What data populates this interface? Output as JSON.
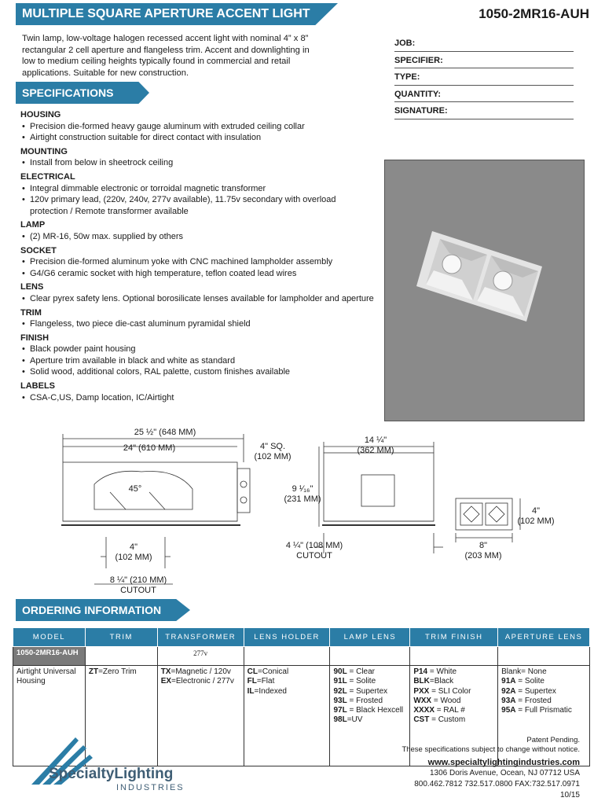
{
  "header": {
    "title": "MULTIPLE SQUARE APERTURE ACCENT LIGHT",
    "model_code": "1050-2MR16-AUH"
  },
  "intro": "Twin lamp, low-voltage halogen recessed accent light with nominal 4” x 8” rectangular 2 cell aperture and flangeless trim. Accent and downlighting in low to medium ceiling heights typically found in commercial and retail applications. Suitable for new construction.",
  "job_fields": [
    "JOB:",
    "SPECIFIER:",
    "TYPE:",
    "QUANTITY:",
    "SIGNATURE:"
  ],
  "specifications_title": "SPECIFICATIONS",
  "spec_sections": [
    {
      "heading": "HOUSING",
      "items": [
        "Precision die-formed heavy gauge aluminum with extruded ceiling collar",
        "Airtight construction suitable for direct contact with insulation"
      ]
    },
    {
      "heading": "MOUNTING",
      "items": [
        "Install from below in sheetrock ceiling"
      ]
    },
    {
      "heading": "ELECTRICAL",
      "items": [
        "Integral dimmable electronic or torroidal magnetic transformer",
        "120v primary lead, (220v, 240v, 277v available), 11.75v secondary with overload protection / Remote transformer available"
      ]
    },
    {
      "heading": "LAMP",
      "items": [
        "(2) MR-16, 50w max. supplied by others"
      ]
    },
    {
      "heading": "SOCKET",
      "items": [
        "Precision die-formed aluminum yoke with CNC machined lampholder assembly",
        "G4/G6 ceramic socket with high temperature, teflon coated lead wires"
      ]
    },
    {
      "heading": "LENS",
      "items": [
        "Clear pyrex safety lens. Optional borosilicate lenses available for lampholder and aperture"
      ]
    },
    {
      "heading": "TRIM",
      "items": [
        "Flangeless, two piece die-cast aluminum pyramidal shield"
      ]
    },
    {
      "heading": "FINISH",
      "items": [
        "Black powder paint housing",
        "Aperture trim available in black and white as standard",
        "Solid wood, additional colors, RAL palette, custom finishes available"
      ]
    },
    {
      "heading": "LABELS",
      "items": [
        "CSA-C,US, Damp location, IC/Airtight"
      ]
    }
  ],
  "dimensions": {
    "overall_length": "25 ½\" (648 MM)",
    "housing_length": "24\" (610 MM)",
    "junction_box": "4\" SQ.\n(102 MM)",
    "angle": "45°",
    "height": "9 ¹⁄₁₆\"\n(231 MM)",
    "side_length": "14 ¼\"\n(362 MM)",
    "cutout_width_top": "4\"\n(102 MM)",
    "cutout_length": "4 ¼\" (108 MM)\nCUTOUT",
    "cutout_8": "8 ¼\" (210 MM)\nCUTOUT",
    "aperture_width": "4\"\n(102 MM)",
    "aperture_length": "8\"\n(203 MM)"
  },
  "ordering": {
    "title": "ORDERING INFORMATION",
    "columns": [
      "MODEL",
      "TRIM",
      "TRANSFORMER",
      "LENS HOLDER",
      "LAMP LENS",
      "TRIM FINISH",
      "APERTURE LENS"
    ],
    "selection_row": [
      "1050-2MR16-AUH",
      "",
      "277v",
      "",
      "",
      "",
      ""
    ],
    "options": [
      [
        "Airtight Universal Housing"
      ],
      [
        "ZT=Zero Trim"
      ],
      [
        "TX=Magnetic   / 120v",
        "EX=Electronic   /  277v"
      ],
      [
        "CL=Conical",
        "FL=Flat",
        "IL=Indexed"
      ],
      [
        "90L = Clear",
        "91L = Solite",
        "92L = Supertex",
        "93L = Frosted",
        "97L = Black Hexcell",
        "98L=UV"
      ],
      [
        "P14 = White",
        "BLK=Black",
        "PXX = SLI Color",
        "WXX = Wood",
        "XXXX = RAL #",
        "CST = Custom"
      ],
      [
        "Blank= None",
        "91A = Solite",
        "92A = Supertex",
        "93A = Frosted",
        "95A = Full Prismatic"
      ]
    ]
  },
  "footer": {
    "patent": "Patent Pending.",
    "notice": "These specifications subject to change without notice.",
    "website": "www.specialtylightingindustries.com",
    "address": "1306 Doris Avenue, Ocean, NJ 07712 USA",
    "phones": "800.462.7812 732.517.0800 FAX:732.517.0971",
    "revision": "10/15",
    "logo_text": "SpecialtyLighting",
    "logo_sub": "INDUSTRIES"
  },
  "colors": {
    "accent": "#2b7da6",
    "model_cell": "#7a7a7a"
  }
}
